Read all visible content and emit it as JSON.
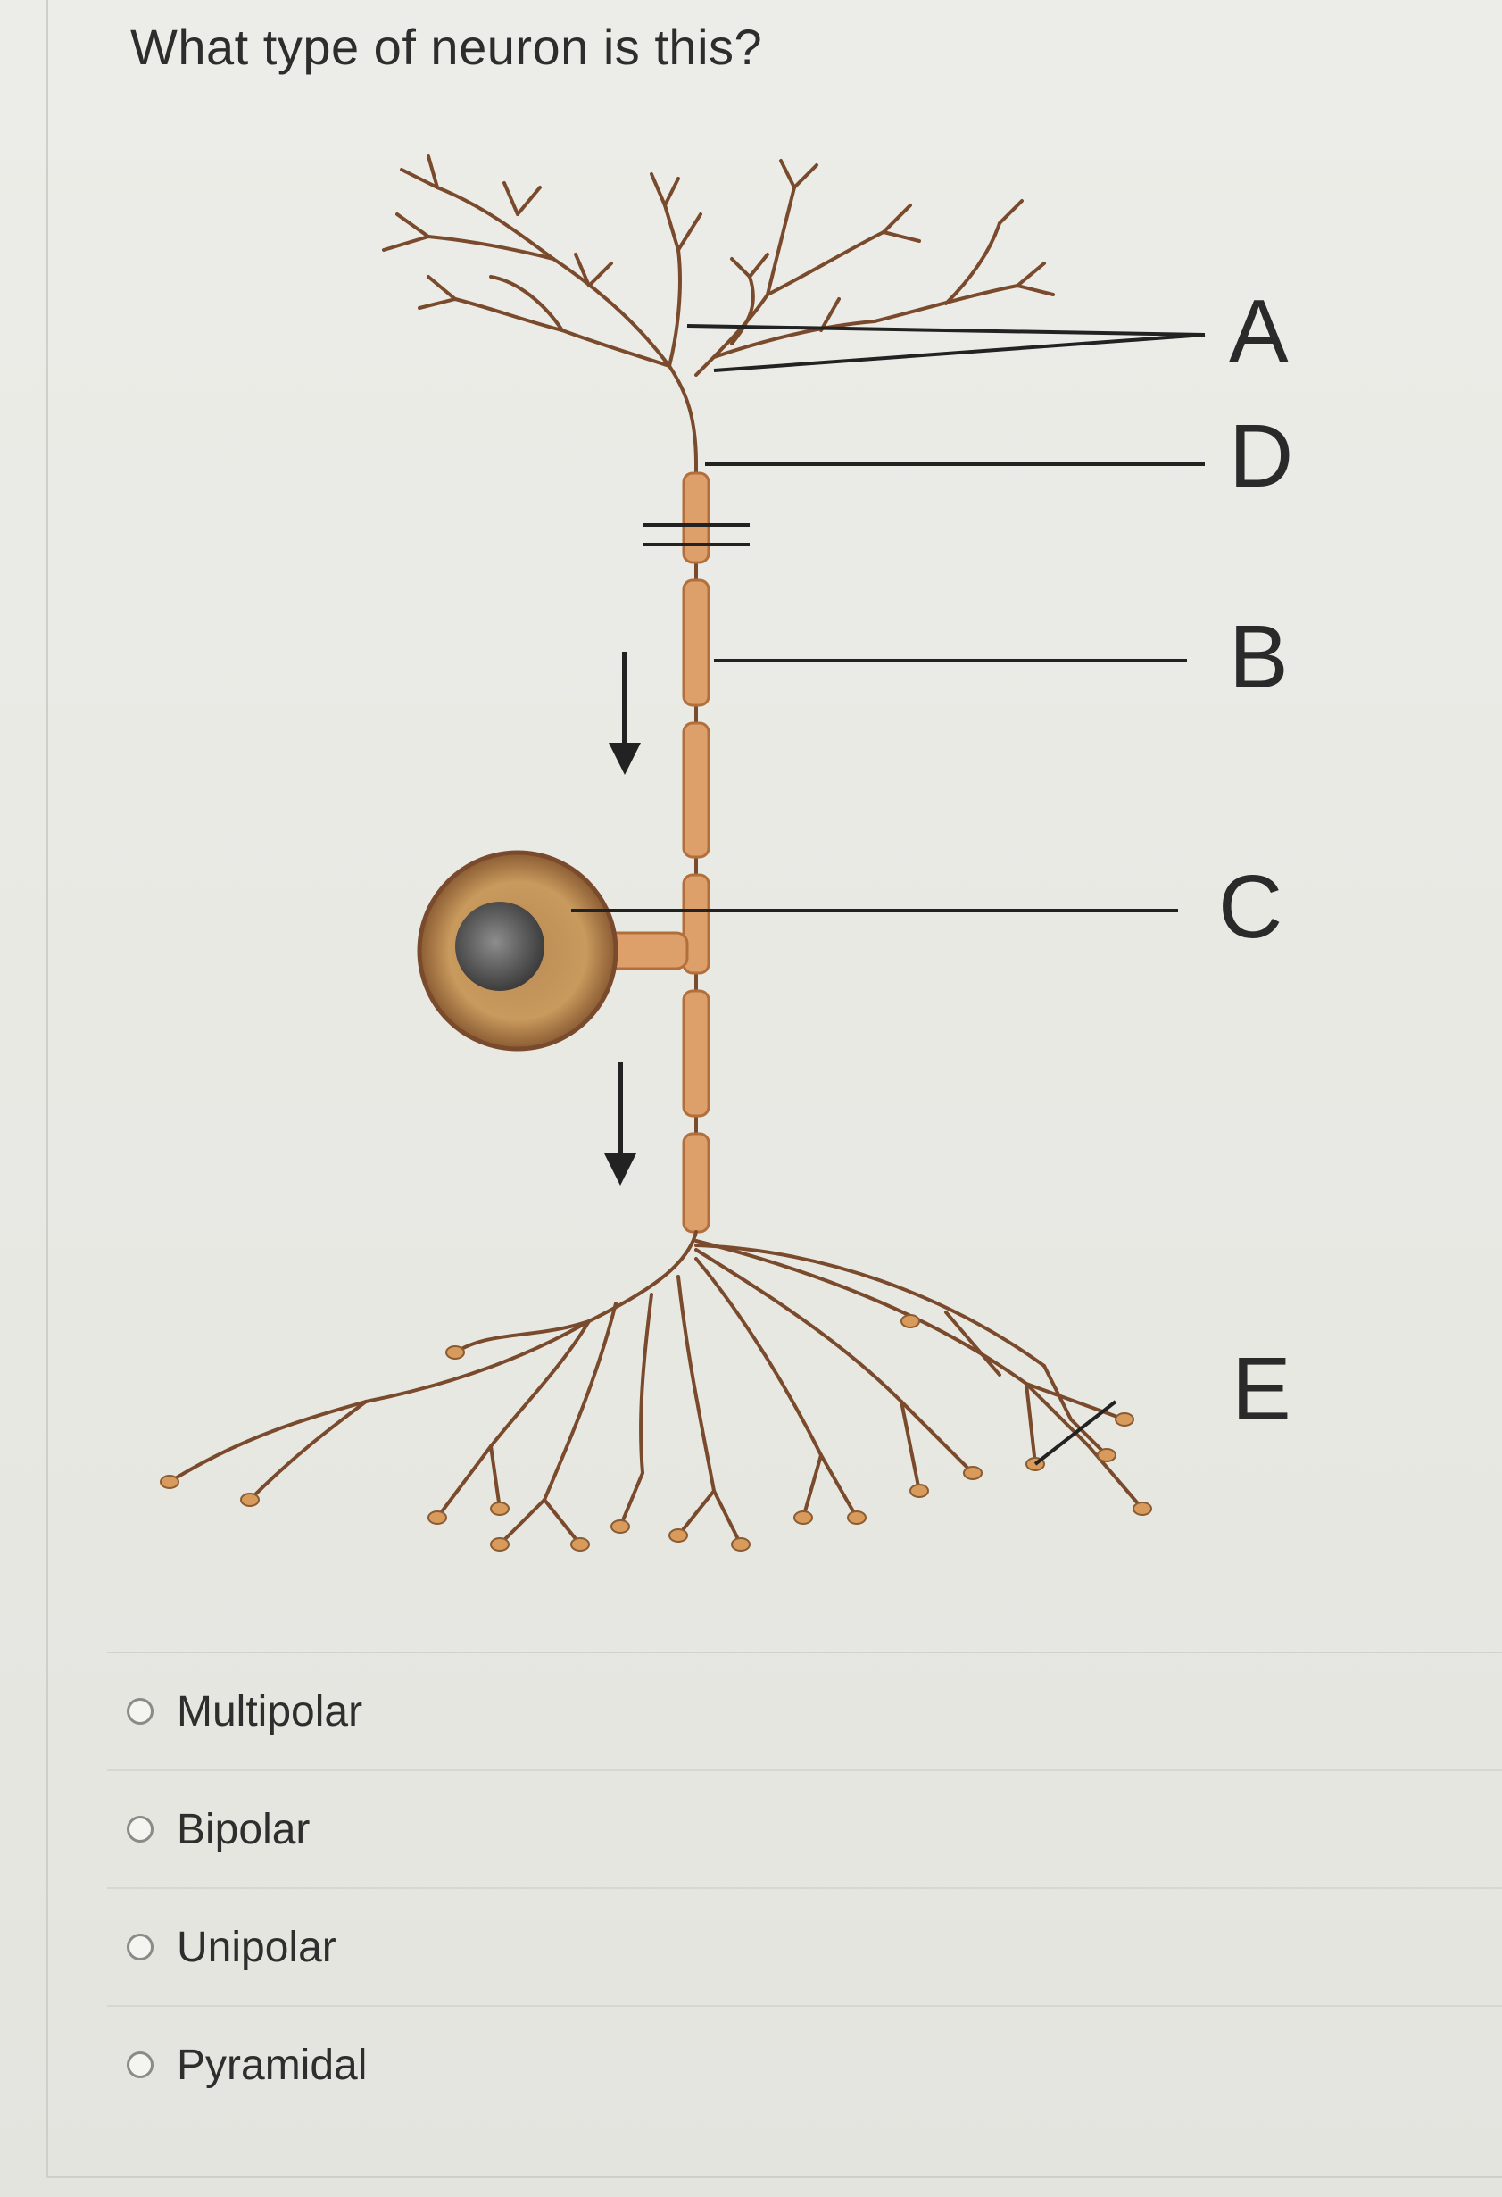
{
  "question": {
    "title": "What type of neuron is this?"
  },
  "diagram": {
    "labels": {
      "a": "A",
      "d": "D",
      "b": "B",
      "c": "C",
      "e": "E"
    },
    "colors": {
      "branch": "#7a4a2c",
      "myelin": "#dea06a",
      "cell_body": "#c99758",
      "nucleus": "#666666",
      "label_text": "#2a2a2a",
      "leader_line": "#222222"
    }
  },
  "options": [
    {
      "label": "Multipolar",
      "selected": false
    },
    {
      "label": "Bipolar",
      "selected": false
    },
    {
      "label": "Unipolar",
      "selected": false
    },
    {
      "label": "Pyramidal",
      "selected": false
    }
  ]
}
